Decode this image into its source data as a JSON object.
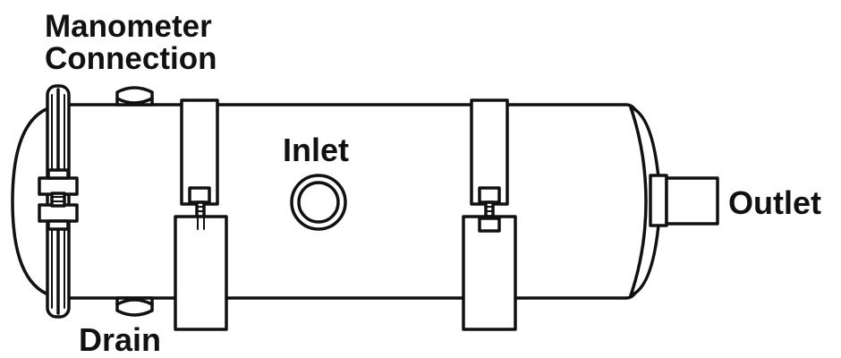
{
  "labels": {
    "manometer_line1": "Manometer",
    "manometer_line2": "Connection",
    "inlet": "Inlet",
    "outlet": "Outlet",
    "drain": "Drain"
  },
  "colors": {
    "stroke": "#111111",
    "fill": "#ffffff"
  }
}
